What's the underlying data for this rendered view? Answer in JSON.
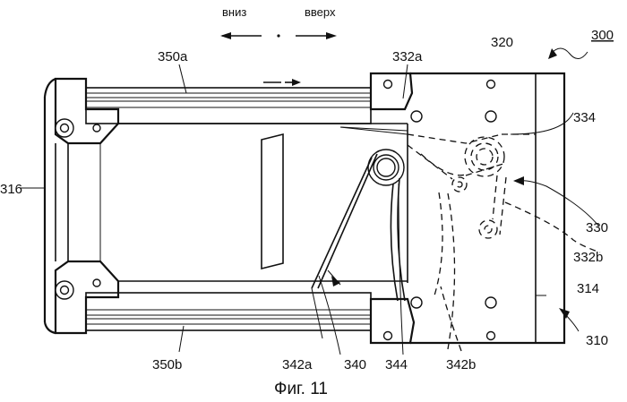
{
  "directions": {
    "down": "вниз",
    "up": "вверх"
  },
  "labels": {
    "l300": "300",
    "l320": "320",
    "l332a": "332a",
    "l350a": "350a",
    "l334": "334",
    "l316": "316",
    "l330": "330",
    "l332b": "332b",
    "l314": "314",
    "l310": "310",
    "l350b": "350b",
    "l342a": "342a",
    "l340": "340",
    "l344": "344",
    "l342b": "342b"
  },
  "caption": "Фиг. 11"
}
